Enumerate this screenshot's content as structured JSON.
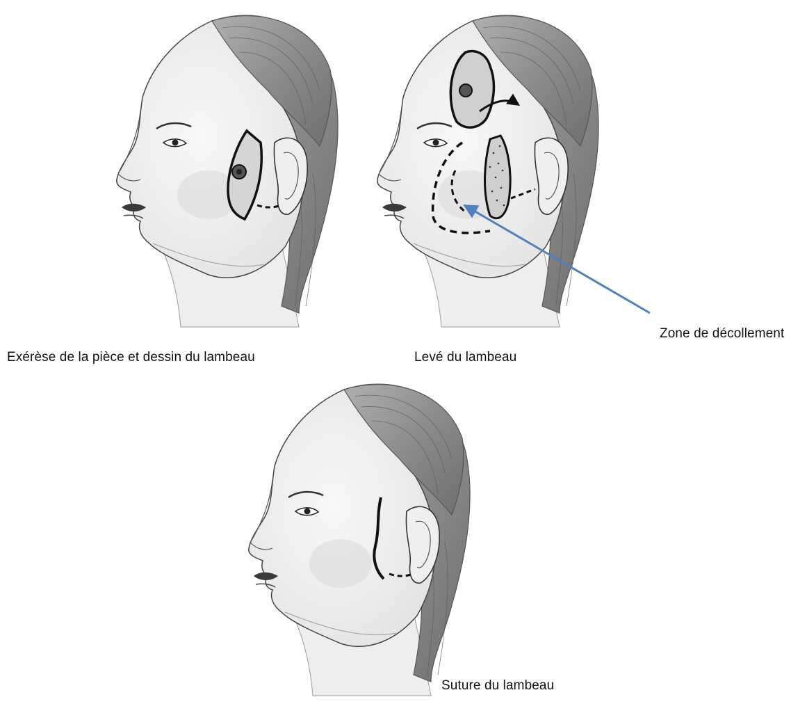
{
  "figure": {
    "panels": [
      {
        "id": "excision",
        "caption": "Exérèse de la pièce et dessin du lambeau"
      },
      {
        "id": "raising",
        "caption": "Levé du lambeau"
      },
      {
        "id": "suture",
        "caption": "Suture du lambeau"
      }
    ],
    "annotation": {
      "label": "Zone de décollement",
      "arrow_color": "#4f81bd"
    },
    "colors": {
      "hair": "#8a8a8a",
      "skin": "#f1f1f1",
      "ink": "#111111"
    }
  }
}
